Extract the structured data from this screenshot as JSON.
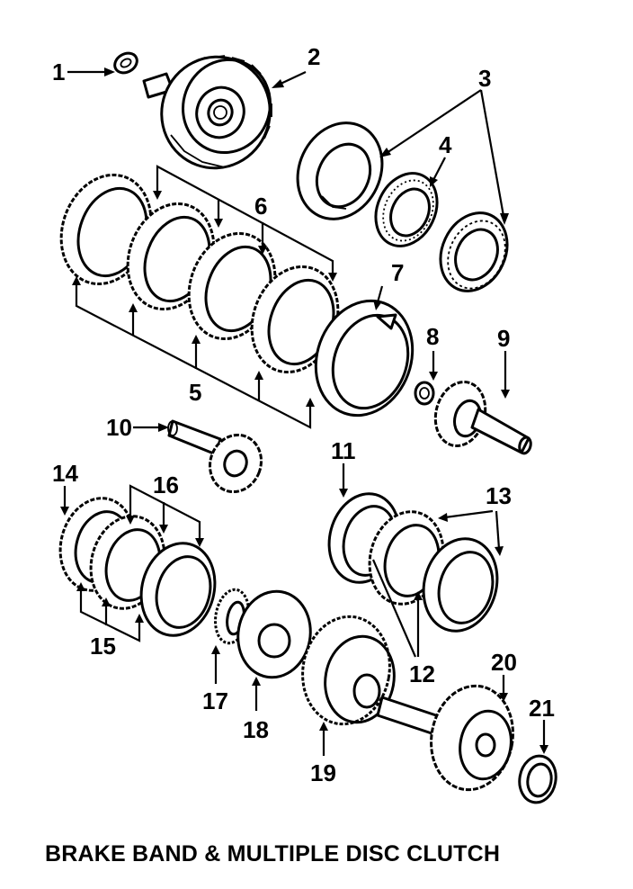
{
  "caption": "BRAKE BAND & MULTIPLE DISC CLUTCH",
  "callouts": [
    "1",
    "2",
    "3",
    "4",
    "5",
    "6",
    "7",
    "8",
    "9",
    "10",
    "11",
    "12",
    "13",
    "14",
    "15",
    "16",
    "17",
    "18",
    "19",
    "20",
    "21"
  ]
}
